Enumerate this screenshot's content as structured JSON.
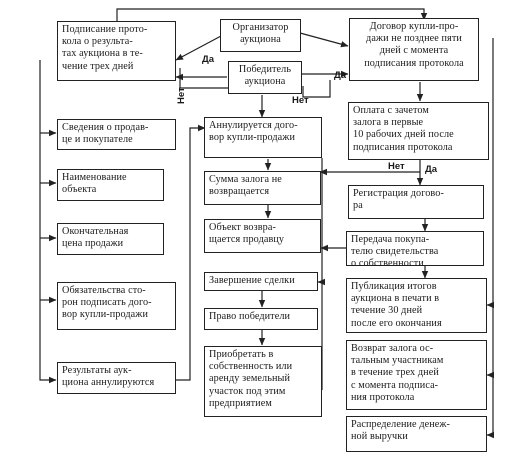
{
  "boxes": {
    "organizer": "Организатор\nаукциона",
    "protocol": "Подписание прото-\nкола о результа-\nтах аукциона в те-\nчение трех дней",
    "contract_deadline": "Договор купли-про-\nдажи не позднее пяти\nдней с момента\nподписания протокола",
    "winner": "Победитель\nаукциона",
    "seller_buyer_info": "Сведения о продав-\nце и покупателе",
    "object_name": "Наименование\nобъекта",
    "final_price": "Окончательная\nцена продажи",
    "obligations": "Обязательства сто-\nрон подписать дого-\nвор купли-продажи",
    "results_annulled": "Результаты аук-\nциона аннулируются",
    "contract_annulled": "Аннулируется дого-\nвор купли-продажи",
    "deposit_not_returned": "Сумма залога не\nвозвращается",
    "object_returned": "Объект возвра-\nщается продавцу",
    "deal_completion": "Завершение сделки",
    "winner_right": "Право победители",
    "acquire": "Приобретать в\nсобственность или\nаренду земельный\nучасток под этим\nпредприятием",
    "payment": "Оплата с зачетом\nзалога в первые\n10 рабочих дней после\nподписания протокола",
    "registration": "Регистрация догово-\nра",
    "transfer_certificate": "Передача покупа-\nтелю свидетельства\nо собственности",
    "publication": "Публикация итогов\nаукциона в печати в\nтечение 30 дней\nпосле его окончания",
    "deposit_return": "Возврат залога ос-\nтальным участникам\nв течение трех дней\nс момента подписа-\nния протокола",
    "revenue_distribution": "Распределение денеж-\nной выручки"
  },
  "labels": {
    "yes_top": "Да",
    "no_left": "Нет",
    "yes_right": "Да",
    "no_bottom": "Нет",
    "no_payment": "Нет",
    "yes_payment": "Да"
  }
}
